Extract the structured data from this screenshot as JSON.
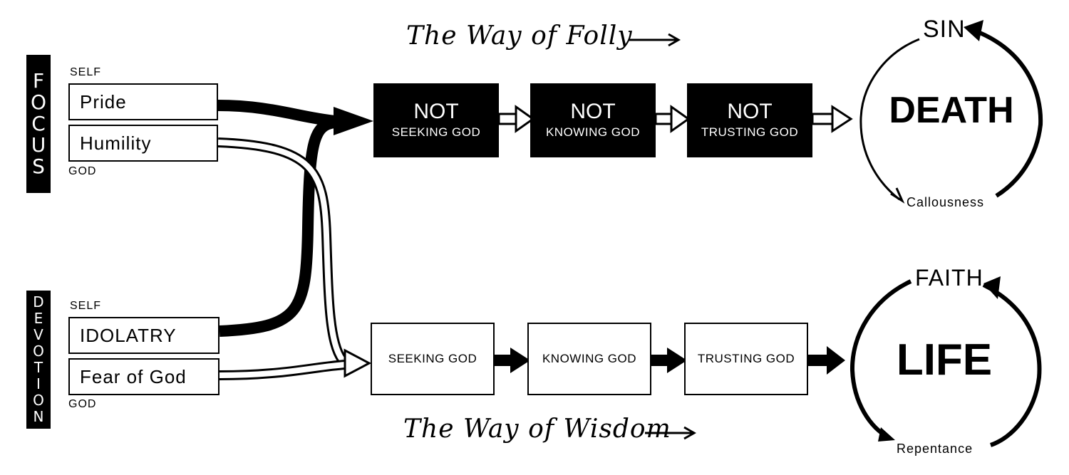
{
  "focus_label": [
    "F",
    "O",
    "C",
    "U",
    "S"
  ],
  "devotion_label": [
    "D",
    "E",
    "V",
    "O",
    "T",
    "I",
    "O",
    "N"
  ],
  "focus": {
    "self": "SELF",
    "god": "GOD",
    "top": "Pride",
    "bottom": "Humility"
  },
  "devotion": {
    "self": "SELF",
    "god": "GOD",
    "top": "IDOLATRY",
    "bottom": "Fear of God"
  },
  "folly": {
    "title": "The Way of Folly",
    "steps": [
      {
        "line1": "NOT",
        "line2": "SEEKING GOD"
      },
      {
        "line1": "NOT",
        "line2": "KNOWING GOD"
      },
      {
        "line1": "NOT",
        "line2": "TRUSTING GOD"
      }
    ]
  },
  "wisdom": {
    "title": "The Way of Wisdom",
    "steps": [
      "SEEKING GOD",
      "KNOWING GOD",
      "TRUSTING GOD"
    ]
  },
  "death_cycle": {
    "center": "DEATH",
    "top": "SIN",
    "bottom": "Callousness"
  },
  "life_cycle": {
    "center": "LIFE",
    "top": "FAITH",
    "bottom": "Repentance"
  }
}
